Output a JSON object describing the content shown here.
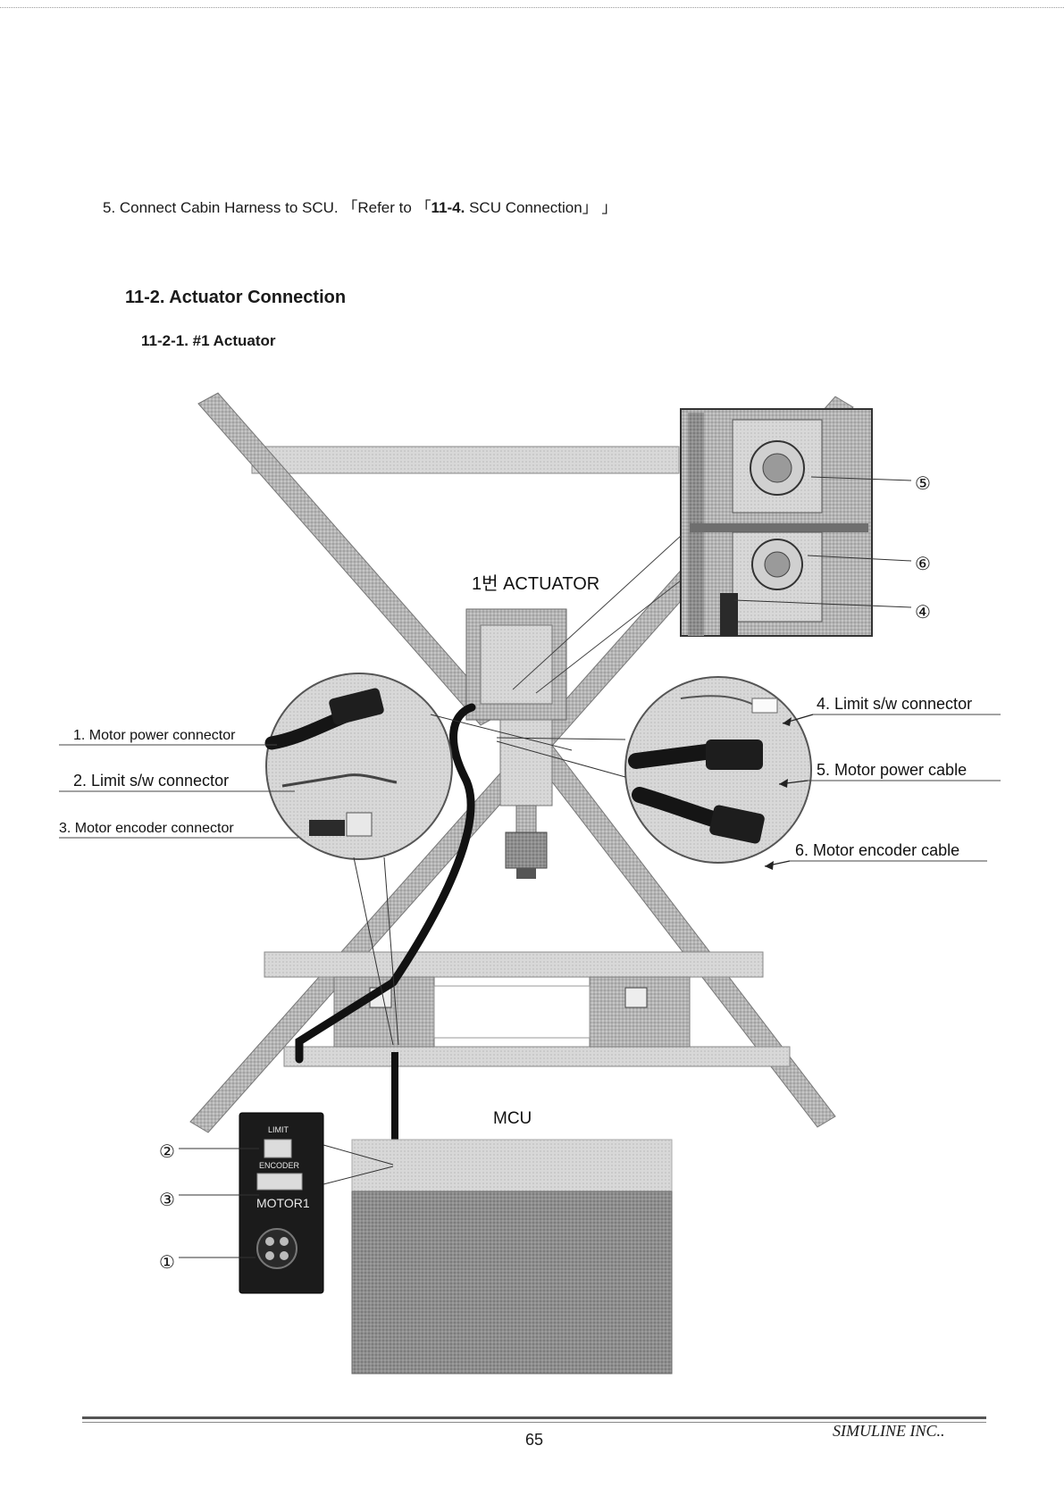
{
  "document": {
    "step_prefix": "5. Connect Cabin Harness to SCU.  「Refer to 「",
    "step_ref": "11-4.",
    "step_suffix": " SCU Connection」 」",
    "section_heading": "11-2. Actuator Connection",
    "subsection_heading": "11-2-1. #1 Actuator"
  },
  "figure": {
    "actuator_label": "1번 ACTUATOR",
    "mcu_label": "MCU",
    "left_callouts": [
      "1. Motor power connector",
      "2. Limit s/w connector",
      "3. Motor encoder connector"
    ],
    "right_callouts": [
      "4. Limit s/w connector",
      "5. Motor power cable",
      "6. Motor encoder cable"
    ],
    "inset_markers": [
      "⑤",
      "⑥",
      "④"
    ],
    "panel_markers": [
      "②",
      "③",
      "①"
    ],
    "panel_text": {
      "limit": "LIMIT",
      "encoder": "ENCODER",
      "motor": "MOTOR1"
    }
  },
  "footer": {
    "page_number": "65",
    "company": "SIMULINE INC.."
  }
}
